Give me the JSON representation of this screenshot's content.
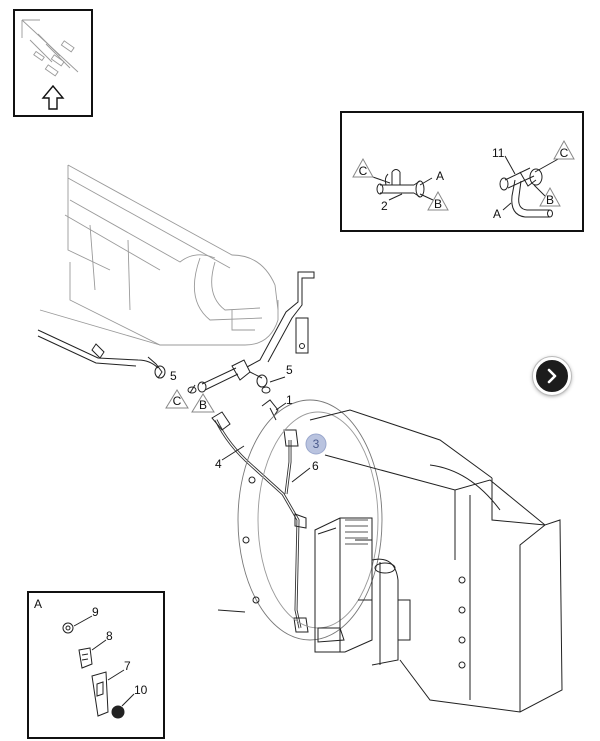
{
  "diagram": {
    "orientation_box": {
      "icon": "up-arrow-icon"
    },
    "detail_box_top": {
      "labels": {
        "p2": "2",
        "p11": "11",
        "a1": "A",
        "a2": "A",
        "b1": "B",
        "b2": "B",
        "c1": "C",
        "c2": "C"
      }
    },
    "detail_box_a": {
      "title": "A",
      "labels": {
        "p7": "7",
        "p8": "8",
        "p9": "9",
        "p10": "10"
      }
    },
    "main_labels": {
      "p1": "1",
      "p3": "3",
      "p4": "4",
      "p5a": "5",
      "p5b": "5",
      "p6": "6",
      "b": "B",
      "c": "C"
    }
  },
  "navigation": {
    "next_icon": "chevron-right-icon"
  }
}
